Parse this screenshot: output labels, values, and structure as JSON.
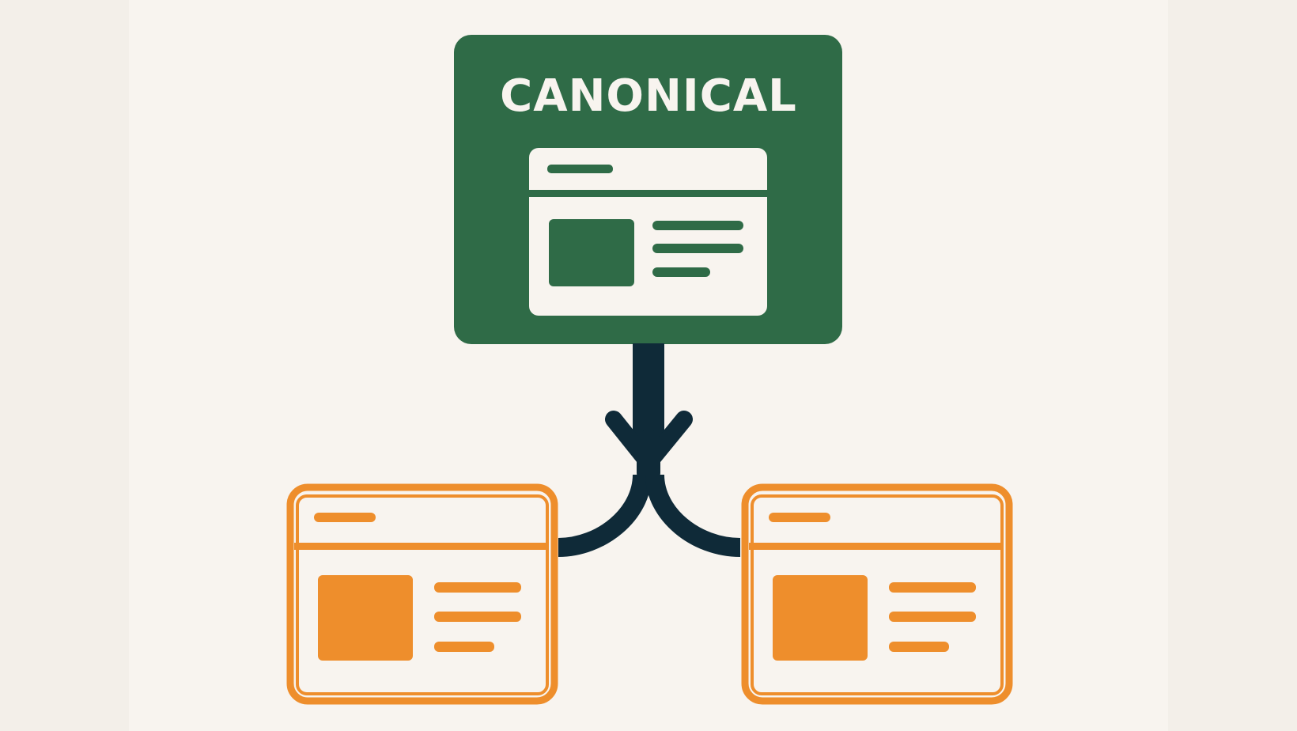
{
  "canonical": {
    "title": "CANONICAL",
    "color": "#2f6b47"
  },
  "connector": {
    "color": "#0f2a38"
  },
  "duplicates": {
    "color": "#ee8e2c",
    "items": [
      {
        "side": "left"
      },
      {
        "side": "right"
      }
    ]
  },
  "background": "#f8f4ef"
}
